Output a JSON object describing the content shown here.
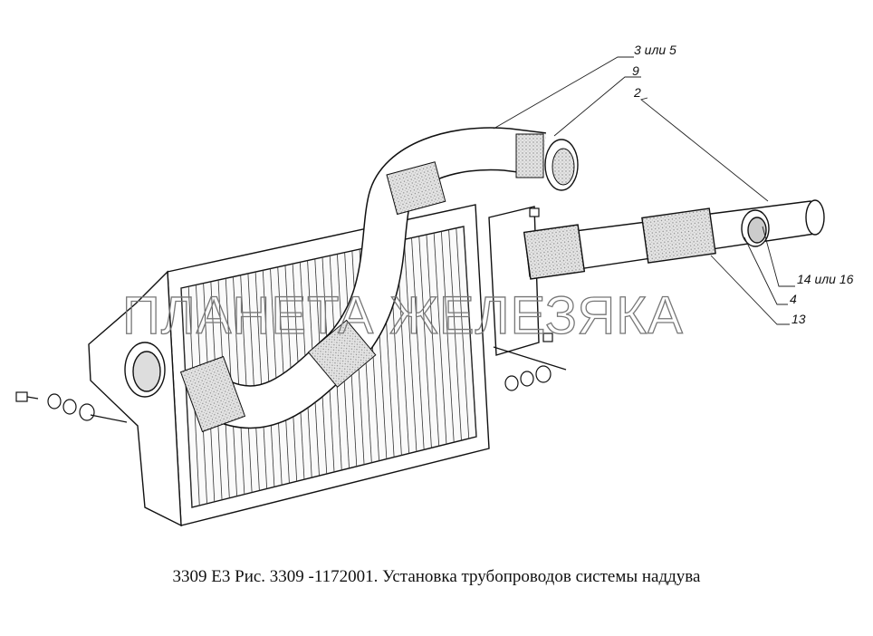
{
  "figure": {
    "callouts": [
      {
        "id": "3-or-5",
        "label": "3 или 5"
      },
      {
        "id": "9",
        "label": "9"
      },
      {
        "id": "2",
        "label": "2"
      },
      {
        "id": "14-or-16",
        "label": "14 или 16"
      },
      {
        "id": "4",
        "label": "4"
      },
      {
        "id": "13",
        "label": "13"
      }
    ],
    "watermark": "ПЛАНЕТА ЖЕЛЕЗЯКА",
    "caption": "3309 Е3  Рис. 3309 -1172001. Установка трубопроводов системы наддува"
  }
}
